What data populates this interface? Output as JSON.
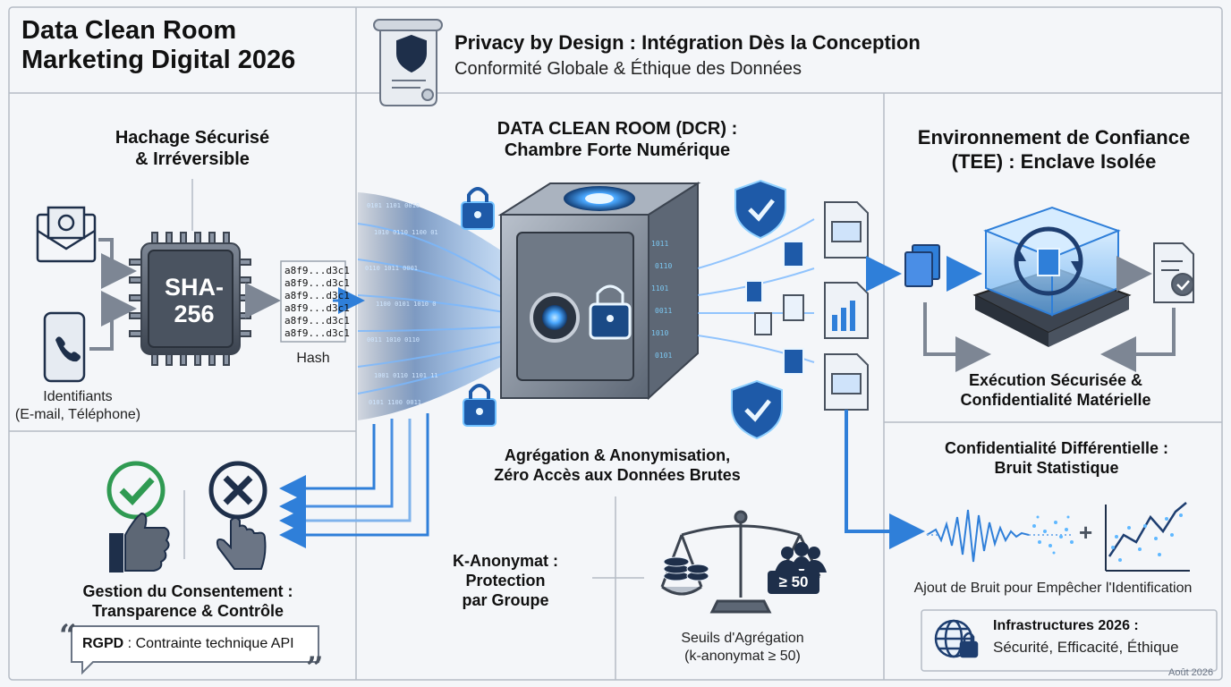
{
  "header": {
    "title_line1": "Data Clean Room",
    "title_line2": "Marketing Digital 2026",
    "privacy_title": "Privacy by Design : Intégration Dès la Conception",
    "privacy_subtitle": "Conformité Globale & Éthique des Données"
  },
  "hashing": {
    "title_line1": "Hachage Sécurisé",
    "title_line2": "& Irréversible",
    "chip_line1": "SHA-",
    "chip_line2": "256",
    "hash_values": [
      "a8f9...d3c1",
      "a8f9...d3c1",
      "a8f9...d3c1",
      "a8f9...d3c1",
      "a8f9...d3c1",
      "a8f9...d3c1"
    ],
    "hash_label": "Hash",
    "identifiers_line1": "Identifiants",
    "identifiers_line2": "(E-mail, Téléphone)"
  },
  "dcr": {
    "title_line1": "DATA CLEAN ROOM (DCR) :",
    "title_line2": "Chambre Forte Numérique",
    "caption_line1": "Agrégation & Anonymisation,",
    "caption_line2": "Zéro Accès aux Données Brutes"
  },
  "tee": {
    "title_line1": "Environnement de Confiance",
    "title_line2": "(TEE) : Enclave Isolée",
    "caption_line1": "Exécution Sécurisée &",
    "caption_line2": "Confidentialité Matérielle"
  },
  "consent": {
    "title_line1": "Gestion du Consentement :",
    "title_line2": "Transparence & Contrôle",
    "rgpd_bold": "RGPD",
    "rgpd_rest": " : Contrainte technique API"
  },
  "kanon": {
    "title_line1": "K-Anonymat :",
    "title_line2": "Protection",
    "title_line3": "par Groupe",
    "badge": "≥ 50",
    "caption_line1": "Seuils d'Agrégation",
    "caption_line2": "(k-anonymat ≥ 50)"
  },
  "dp": {
    "title_line1": "Confidentialité Différentielle :",
    "title_line2": "Bruit Statistique",
    "plus": "+",
    "caption": "Ajout de Bruit pour Empêcher l'Identification"
  },
  "infra": {
    "title": "Infrastructures 2026 :",
    "subtitle": "Sécurité, Efficacité, Éthique"
  },
  "footer": {
    "date": "Août 2026"
  },
  "colors": {
    "accent_blue": "#2f7fd9",
    "glow_blue": "#5fb8ff",
    "check_green": "#2f9a52",
    "metal_gray": "#7d8694",
    "dark_navy": "#1e2f4a"
  }
}
